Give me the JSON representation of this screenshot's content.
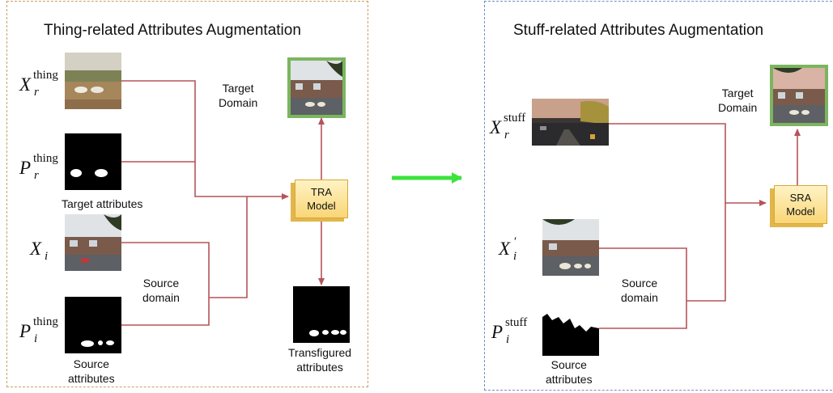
{
  "left_panel": {
    "title": "Thing-related Attributes Augmentation",
    "target_domain_label": [
      "Target",
      "Domain"
    ],
    "target_attributes_label": "Target attributes",
    "source_domain_label": [
      "Source",
      "domain"
    ],
    "source_attributes_label": [
      "Source",
      "attributes"
    ],
    "transfigured_attributes_label": [
      "Transfigured",
      "attributes"
    ],
    "model_label": [
      "TRA",
      "Model"
    ],
    "symbols": {
      "xr": {
        "base": "X",
        "sub": "r",
        "sup": "thing"
      },
      "pr": {
        "base": "P",
        "sub": "r",
        "sup": "thing"
      },
      "xi": {
        "base": "X",
        "sub": "i",
        "sup": ""
      },
      "pi": {
        "base": "P",
        "sub": "i",
        "sup": "thing"
      }
    }
  },
  "right_panel": {
    "title": "Stuff-related Attributes Augmentation",
    "target_domain_label": [
      "Target",
      "Domain"
    ],
    "source_domain_label": [
      "Source",
      "domain"
    ],
    "source_attributes_label": [
      "Source",
      "attributes"
    ],
    "model_label": [
      "SRA",
      "Model"
    ],
    "symbols": {
      "xr": {
        "base": "X",
        "sub": "r",
        "sup": "stuff"
      },
      "xi": {
        "base": "X",
        "sub": "i",
        "sup": "′"
      },
      "pi": {
        "base": "P",
        "sub": "i",
        "sup": "stuff"
      }
    }
  },
  "colors": {
    "connector": "#b5545a",
    "transition_arrow": "#3de33d",
    "left_border": "#c9a064",
    "right_border": "#6d8fc0",
    "highlight_frame": "#7bb55f"
  }
}
